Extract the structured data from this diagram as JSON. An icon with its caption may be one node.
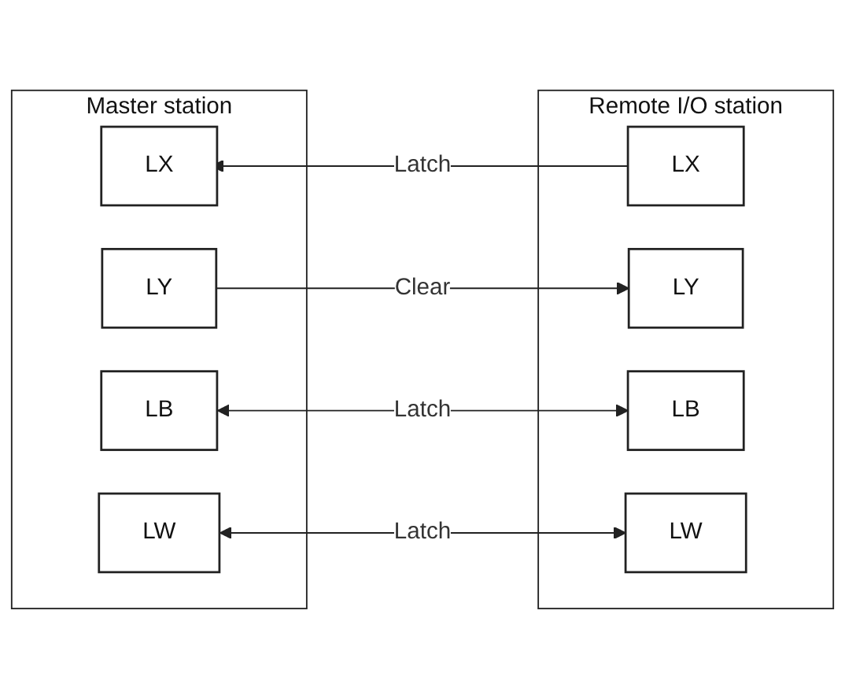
{
  "diagram": {
    "nodes": [
      {
        "text": [
          "Master station"
        ]
      },
      {
        "text": [
          "LX"
        ],
        "in": 0
      },
      {
        "text": [
          "LY"
        ],
        "in": 0
      },
      {
        "text": [
          "LB"
        ],
        "in": 0
      },
      {
        "text": [
          "LW"
        ],
        "in": 0
      },
      {
        "text": [
          "Remote I/O station"
        ]
      },
      {
        "text": [
          "LX"
        ],
        "in": 5
      },
      {
        "text": [
          "LY"
        ],
        "in": 5
      },
      {
        "text": [
          "LB"
        ],
        "in": 5
      },
      {
        "text": [
          "LW"
        ],
        "in": 5
      }
    ],
    "edges": [
      {
        "from": 6,
        "to": 1,
        "arrow": "to",
        "label": "Latch"
      },
      {
        "from": 2,
        "to": 7,
        "arrow": "to",
        "label": "Clear"
      },
      {
        "from": 3,
        "to": 8,
        "arrow": "both",
        "label": "Latch"
      },
      {
        "from": 4,
        "to": 9,
        "arrow": "both",
        "label": "Latch"
      }
    ]
  }
}
